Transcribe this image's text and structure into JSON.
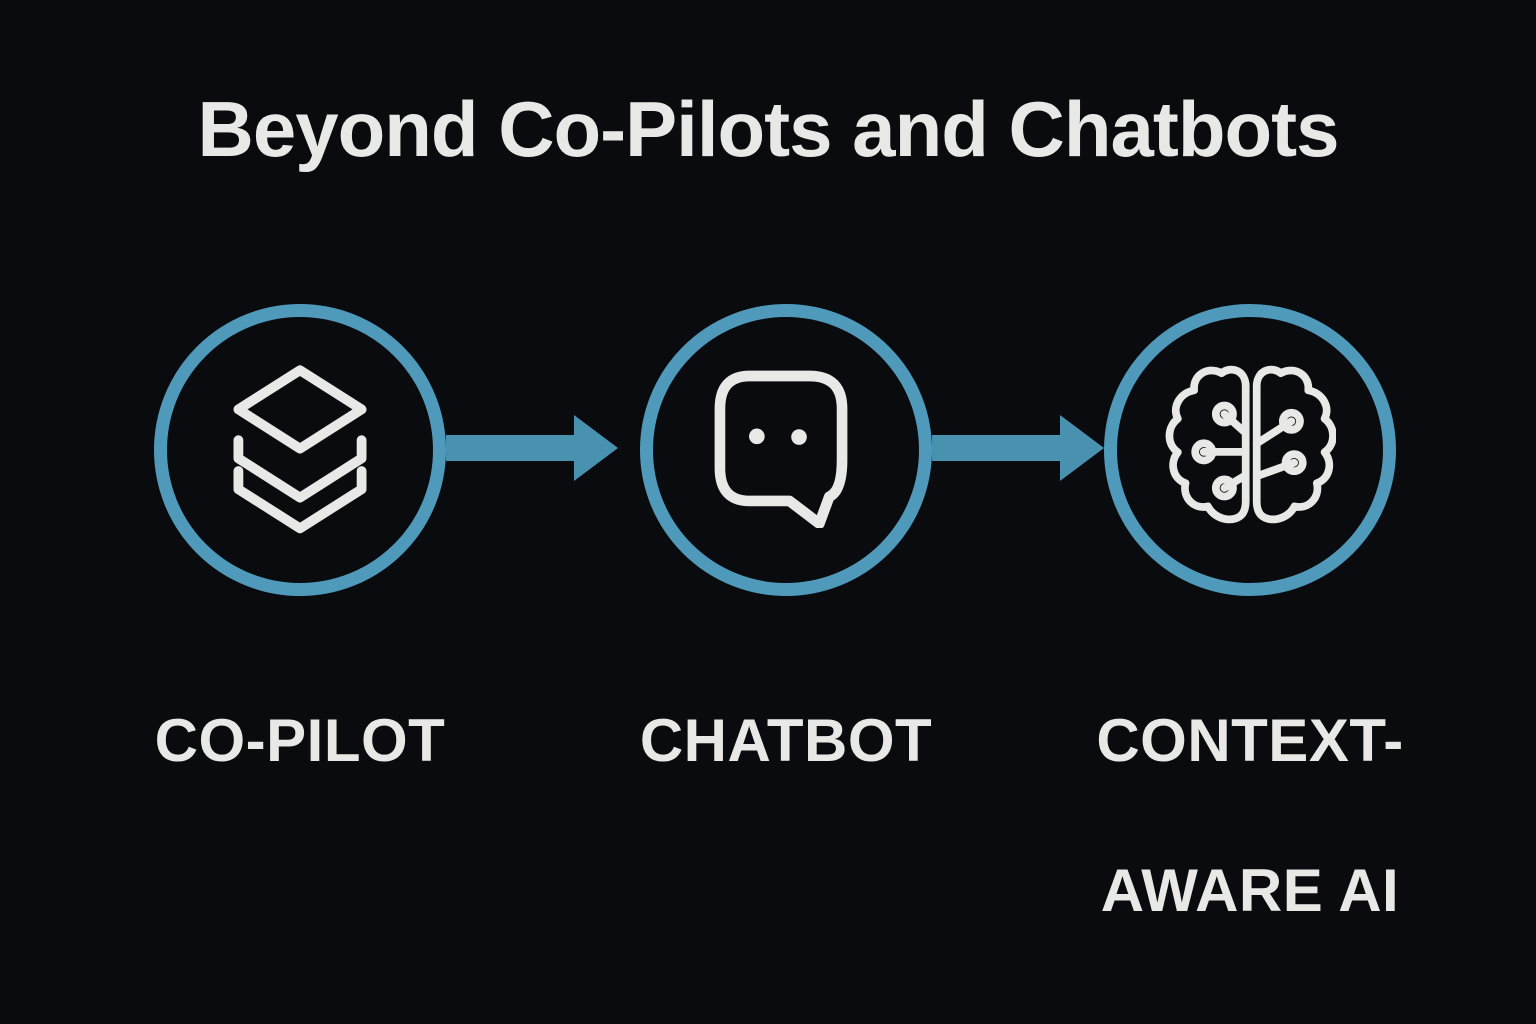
{
  "title": "Beyond Co-Pilots and Chatbots",
  "colors": {
    "bg": "#0a0b0e",
    "circle": "#4f9aba",
    "arrow": "#4892b0",
    "fg": "#e8e8e6"
  },
  "stages": [
    {
      "icon": "layers-icon",
      "lines": [
        "CO-PILOT"
      ]
    },
    {
      "icon": "chatbot-icon",
      "lines": [
        "CHATBOT"
      ]
    },
    {
      "icon": "brain-circuit-icon",
      "lines": [
        "CONTEXT-",
        "AWARE AI"
      ]
    }
  ],
  "arrows": [
    {
      "name": "arrow-copilot-to-chatbot"
    },
    {
      "name": "arrow-chatbot-to-context-aware-ai"
    }
  ]
}
